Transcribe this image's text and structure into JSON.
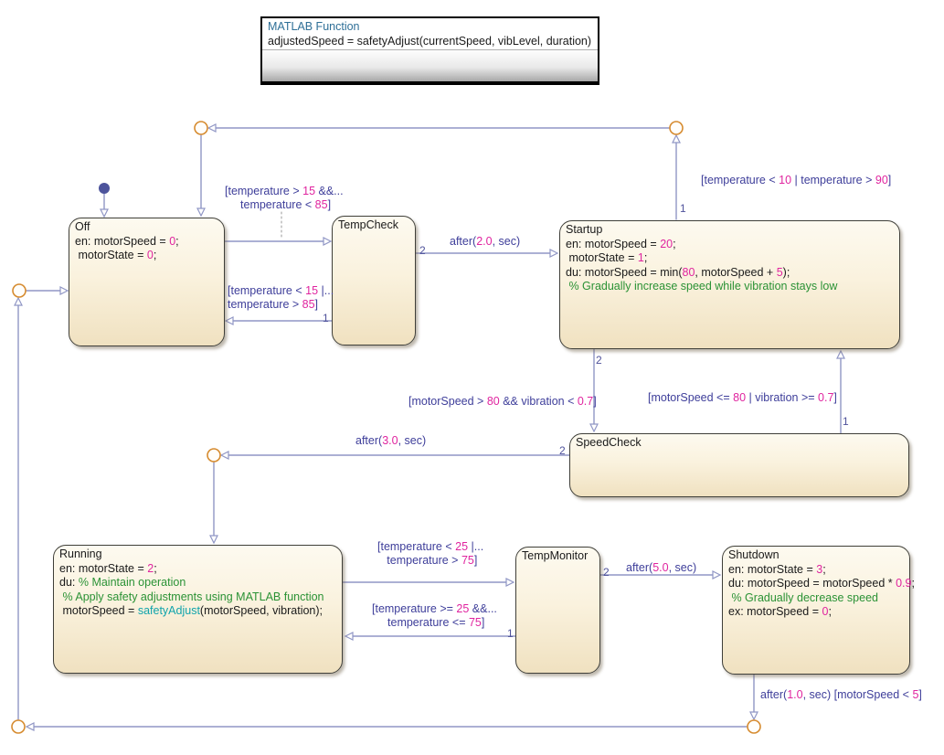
{
  "matlab_function": {
    "title": "MATLAB Function",
    "signature": "adjustedSpeed = safetyAdjust(currentSpeed, vibLevel, duration)"
  },
  "states": {
    "off": {
      "name": "Off",
      "lines": [
        [
          {
            "t": "en: motorSpeed = "
          },
          {
            "t": "0",
            "c": "n"
          },
          {
            "t": ";"
          }
        ],
        [
          {
            "t": " motorState = "
          },
          {
            "t": "0",
            "c": "n"
          },
          {
            "t": ";"
          }
        ]
      ]
    },
    "tempcheck": {
      "name": "TempCheck",
      "lines": []
    },
    "startup": {
      "name": "Startup",
      "lines": [
        [
          {
            "t": "en: motorSpeed = "
          },
          {
            "t": "20",
            "c": "n"
          },
          {
            "t": ";"
          }
        ],
        [
          {
            "t": " motorState = "
          },
          {
            "t": "1",
            "c": "n"
          },
          {
            "t": ";"
          }
        ],
        [
          {
            "t": "du: motorSpeed = min("
          },
          {
            "t": "80",
            "c": "n"
          },
          {
            "t": ", motorSpeed + "
          },
          {
            "t": "5",
            "c": "n"
          },
          {
            "t": ");"
          }
        ],
        [
          {
            "t": " % Gradually increase speed while vibration stays low",
            "c": "c"
          }
        ]
      ]
    },
    "speedcheck": {
      "name": "SpeedCheck",
      "lines": []
    },
    "running": {
      "name": "Running",
      "lines": [
        [
          {
            "t": "en: motorState = "
          },
          {
            "t": "2",
            "c": "n"
          },
          {
            "t": ";"
          }
        ],
        [
          {
            "t": "du: "
          },
          {
            "t": "% Maintain operation",
            "c": "c"
          }
        ],
        [
          {
            "t": " % Apply safety adjustments using MATLAB function",
            "c": "c"
          }
        ],
        [
          {
            "t": " motorSpeed = "
          },
          {
            "t": "safetyAdjust",
            "c": "f"
          },
          {
            "t": "(motorSpeed, vibration);"
          }
        ]
      ]
    },
    "tempmonitor": {
      "name": "TempMonitor",
      "lines": []
    },
    "shutdown": {
      "name": "Shutdown",
      "lines": [
        [
          {
            "t": "en: motorState = "
          },
          {
            "t": "3",
            "c": "n"
          },
          {
            "t": ";"
          }
        ],
        [
          {
            "t": "du: motorSpeed = motorSpeed * "
          },
          {
            "t": "0.9",
            "c": "n"
          },
          {
            "t": ";"
          }
        ],
        [
          {
            "t": " % Gradually decrease speed",
            "c": "c"
          }
        ],
        [
          {
            "t": "ex: motorSpeed = "
          },
          {
            "t": "0",
            "c": "n"
          },
          {
            "t": ";"
          }
        ]
      ]
    }
  },
  "labels": {
    "off_to_tempcheck": [
      [
        {
          "t": "[temperature > "
        },
        {
          "t": "15",
          "c": "n"
        },
        {
          "t": " &&..."
        }
      ],
      [
        {
          "t": " temperature < "
        },
        {
          "t": "85",
          "c": "n"
        },
        {
          "t": "]"
        }
      ]
    ],
    "tempcheck_to_off": [
      [
        {
          "t": "[temperature < "
        },
        {
          "t": "15",
          "c": "n"
        },
        {
          "t": " |..."
        }
      ],
      [
        {
          "t": "temperature > "
        },
        {
          "t": "85",
          "c": "n"
        },
        {
          "t": "]"
        }
      ]
    ],
    "tempcheck_to_startup": [
      [
        {
          "t": "after("
        },
        {
          "t": "2.0",
          "c": "n"
        },
        {
          "t": ", sec)"
        }
      ]
    ],
    "startup_to_top_junction": [
      [
        {
          "t": "[temperature < "
        },
        {
          "t": "10",
          "c": "n"
        },
        {
          "t": " | temperature > "
        },
        {
          "t": "90",
          "c": "n"
        },
        {
          "t": "]"
        }
      ]
    ],
    "startup_to_speedcheck": [
      [
        {
          "t": "[motorSpeed > "
        },
        {
          "t": "80",
          "c": "n"
        },
        {
          "t": " && vibration < "
        },
        {
          "t": "0.7",
          "c": "n"
        },
        {
          "t": "]"
        }
      ]
    ],
    "speedcheck_to_startup": [
      [
        {
          "t": "[motorSpeed <= "
        },
        {
          "t": "80",
          "c": "n"
        },
        {
          "t": " | vibration >= "
        },
        {
          "t": "0.7",
          "c": "n"
        },
        {
          "t": "]"
        }
      ]
    ],
    "speedcheck_to_running": [
      [
        {
          "t": "after("
        },
        {
          "t": "3.0",
          "c": "n"
        },
        {
          "t": ", sec)"
        }
      ]
    ],
    "running_to_tempmonitor": [
      [
        {
          "t": "[temperature < "
        },
        {
          "t": "25",
          "c": "n"
        },
        {
          "t": " |..."
        }
      ],
      [
        {
          "t": " temperature > "
        },
        {
          "t": "75",
          "c": "n"
        },
        {
          "t": "]"
        }
      ]
    ],
    "tempmonitor_to_running": [
      [
        {
          "t": "[temperature >= "
        },
        {
          "t": "25",
          "c": "n"
        },
        {
          "t": " &&..."
        }
      ],
      [
        {
          "t": " temperature <= "
        },
        {
          "t": "75",
          "c": "n"
        },
        {
          "t": "]"
        }
      ]
    ],
    "tempmonitor_to_shutdown": [
      [
        {
          "t": "after("
        },
        {
          "t": "5.0",
          "c": "n"
        },
        {
          "t": ", sec)"
        }
      ]
    ],
    "shutdown_to_bottom_junction": [
      [
        {
          "t": "after("
        },
        {
          "t": "1.0",
          "c": "n"
        },
        {
          "t": ", sec) [motorSpeed < "
        },
        {
          "t": "5",
          "c": "n"
        },
        {
          "t": "]"
        }
      ]
    ]
  },
  "priorities": {
    "tempcheck_out_to_startup": "2",
    "tempcheck_out_to_off": "1",
    "startup_out_to_junction": "1",
    "startup_out_to_speedcheck": "2",
    "speedcheck_out_to_startup": "1",
    "speedcheck_out_to_running": "2",
    "tempmonitor_out_to_running": "1",
    "tempmonitor_out_to_shutdown": "2"
  },
  "colors": {
    "transition_line": "#9096c5",
    "label_text": "#3e3e9a",
    "literal_number": "#e0249f",
    "comment_green": "#2a9235",
    "function_teal": "#10a3ab",
    "junction_orange": "#d68b2f",
    "default_dot_blue": "#4d549c",
    "state_fill_top": "#fdfaf0",
    "state_fill_bottom": "#f0e1c0",
    "state_border": "#3f3f39",
    "matlab_title_blue": "#2e6f97"
  }
}
